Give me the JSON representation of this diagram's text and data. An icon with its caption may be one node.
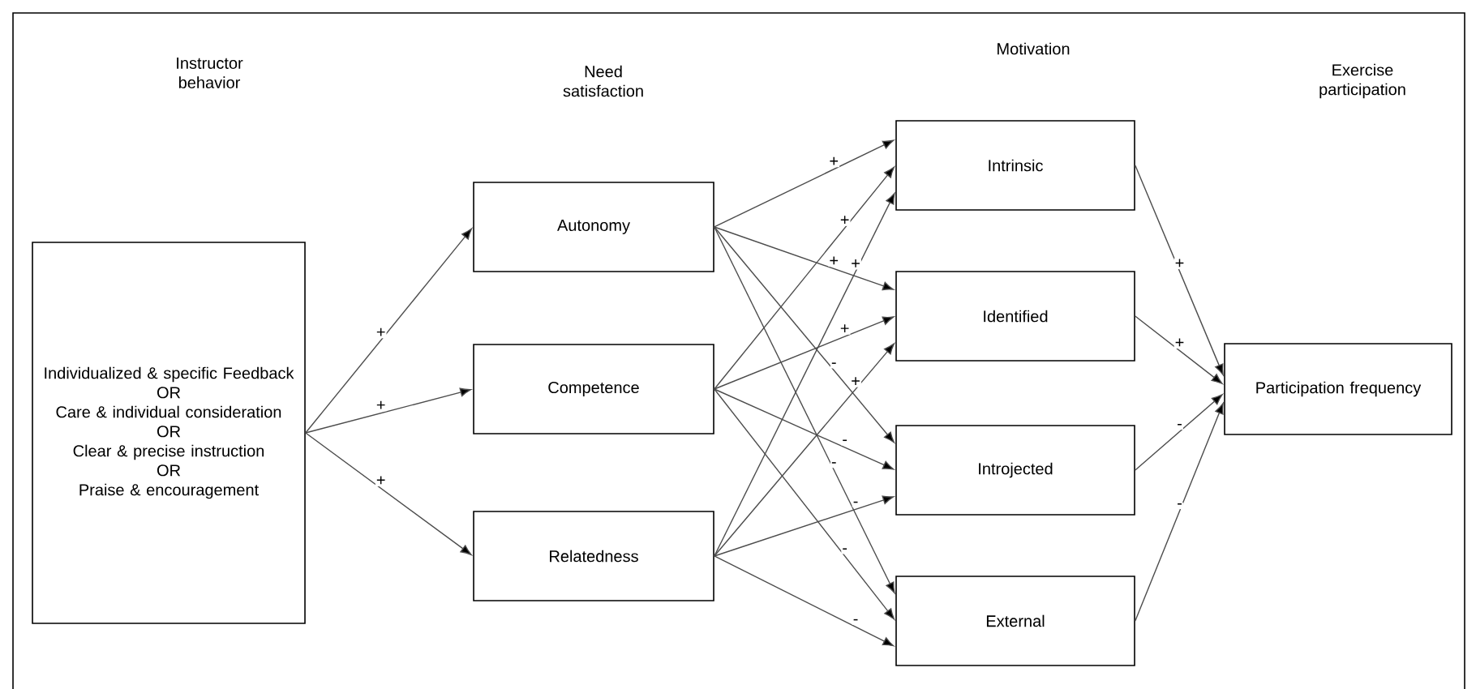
{
  "diagram": {
    "nodes": [
      {
        "text": [
          "Individualized & specific Feedback",
          "OR",
          "Care & individual consideration",
          "OR",
          "Clear & precise instruction",
          "OR",
          "Praise & encouragement"
        ]
      },
      {
        "text": [
          "Autonomy"
        ]
      },
      {
        "text": [
          "Competence"
        ]
      },
      {
        "text": [
          "Relatedness"
        ]
      },
      {
        "text": [
          "Intrinsic"
        ]
      },
      {
        "text": [
          "Identified"
        ]
      },
      {
        "text": [
          "Introjected"
        ]
      },
      {
        "text": [
          "External"
        ]
      },
      {
        "text": [
          "Participation frequency"
        ]
      }
    ],
    "edges": [
      {
        "from": 0,
        "to": 1,
        "arrow": "to",
        "label": "+"
      },
      {
        "from": 0,
        "to": 2,
        "arrow": "to",
        "label": "+"
      },
      {
        "from": 0,
        "to": 3,
        "arrow": "to",
        "label": "+"
      },
      {
        "from": 1,
        "to": 4,
        "arrow": "to",
        "label": "+"
      },
      {
        "from": 1,
        "to": 5,
        "arrow": "to",
        "label": "+"
      },
      {
        "from": 1,
        "to": 6,
        "arrow": "to",
        "label": "-"
      },
      {
        "from": 1,
        "to": 7,
        "arrow": "to",
        "label": "-"
      },
      {
        "from": 2,
        "to": 4,
        "arrow": "to",
        "label": "+"
      },
      {
        "from": 2,
        "to": 5,
        "arrow": "to",
        "label": "+"
      },
      {
        "from": 2,
        "to": 6,
        "arrow": "to",
        "label": "-"
      },
      {
        "from": 2,
        "to": 7,
        "arrow": "to",
        "label": "-"
      },
      {
        "from": 3,
        "to": 4,
        "arrow": "to",
        "label": "+"
      },
      {
        "from": 3,
        "to": 5,
        "arrow": "to",
        "label": "+"
      },
      {
        "from": 3,
        "to": 6,
        "arrow": "to",
        "label": "-"
      },
      {
        "from": 3,
        "to": 7,
        "arrow": "to",
        "label": "-"
      },
      {
        "from": 4,
        "to": 8,
        "arrow": "to",
        "label": "+"
      },
      {
        "from": 5,
        "to": 8,
        "arrow": "to",
        "label": "+"
      },
      {
        "from": 6,
        "to": 8,
        "arrow": "to",
        "label": "-"
      },
      {
        "from": 7,
        "to": 8,
        "arrow": "to",
        "label": "-"
      }
    ],
    "labels": [
      "Instructor behavior",
      "Need satisfaction",
      "Motivation",
      "Exercise participation"
    ]
  }
}
